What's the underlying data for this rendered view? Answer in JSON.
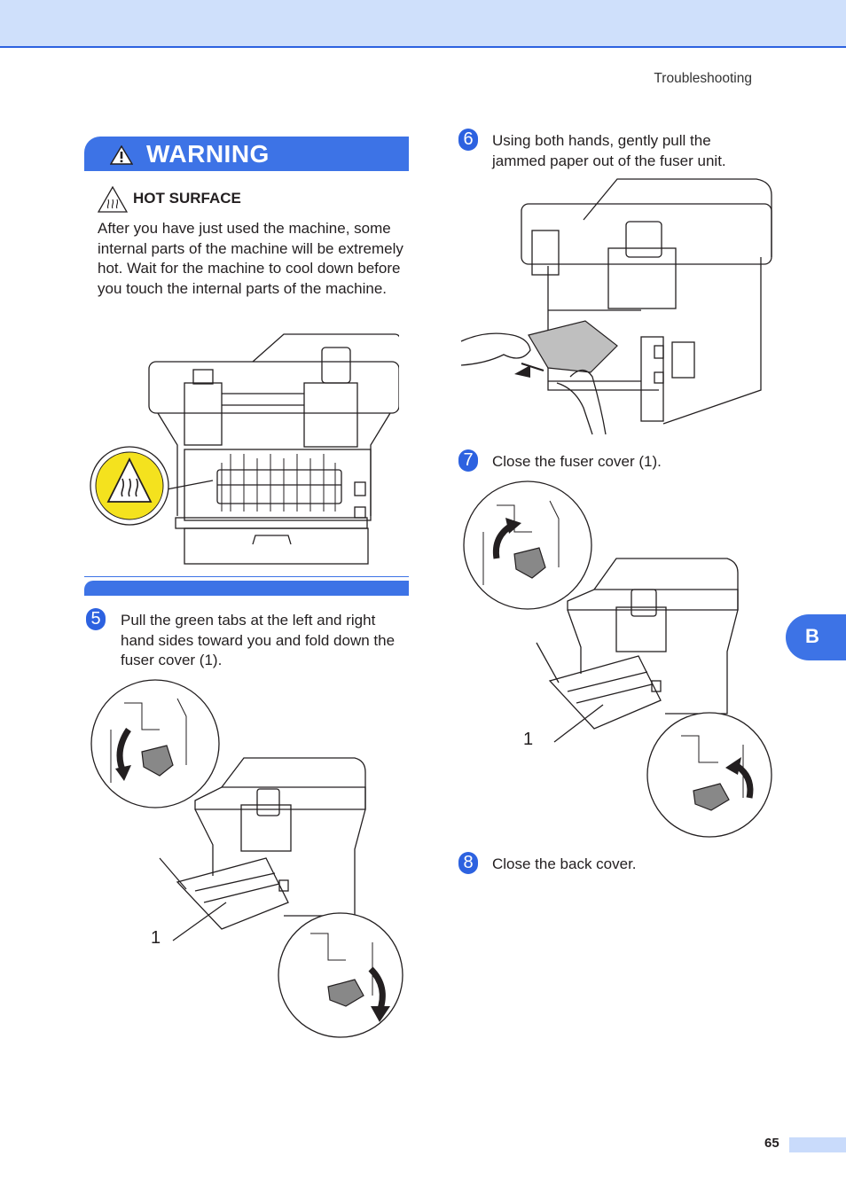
{
  "header": {
    "section_title": "Troubleshooting"
  },
  "warning": {
    "label": "WARNING",
    "hot_surface_title": "HOT SURFACE",
    "body": "After you have just used the machine, some internal parts of the machine will be extremely hot. Wait for the machine to cool down before you touch the internal parts of the machine."
  },
  "steps": [
    {
      "number": "5",
      "text": "Pull the green tabs at the left and right hand sides toward you and fold down the fuser cover (1)."
    },
    {
      "number": "6",
      "text": "Using both hands, gently pull the jammed paper out of the fuser unit."
    },
    {
      "number": "7",
      "text": "Close the fuser cover (1)."
    },
    {
      "number": "8",
      "text": "Close the back cover."
    }
  ],
  "callouts": {
    "step5": "1",
    "step7": "1"
  },
  "side_tab": {
    "label": "B"
  },
  "footer": {
    "page_number": "65"
  },
  "colors": {
    "accent": "#3d73e6",
    "band": "#cfe0fb",
    "hot_symbol": "#f4e21e"
  }
}
